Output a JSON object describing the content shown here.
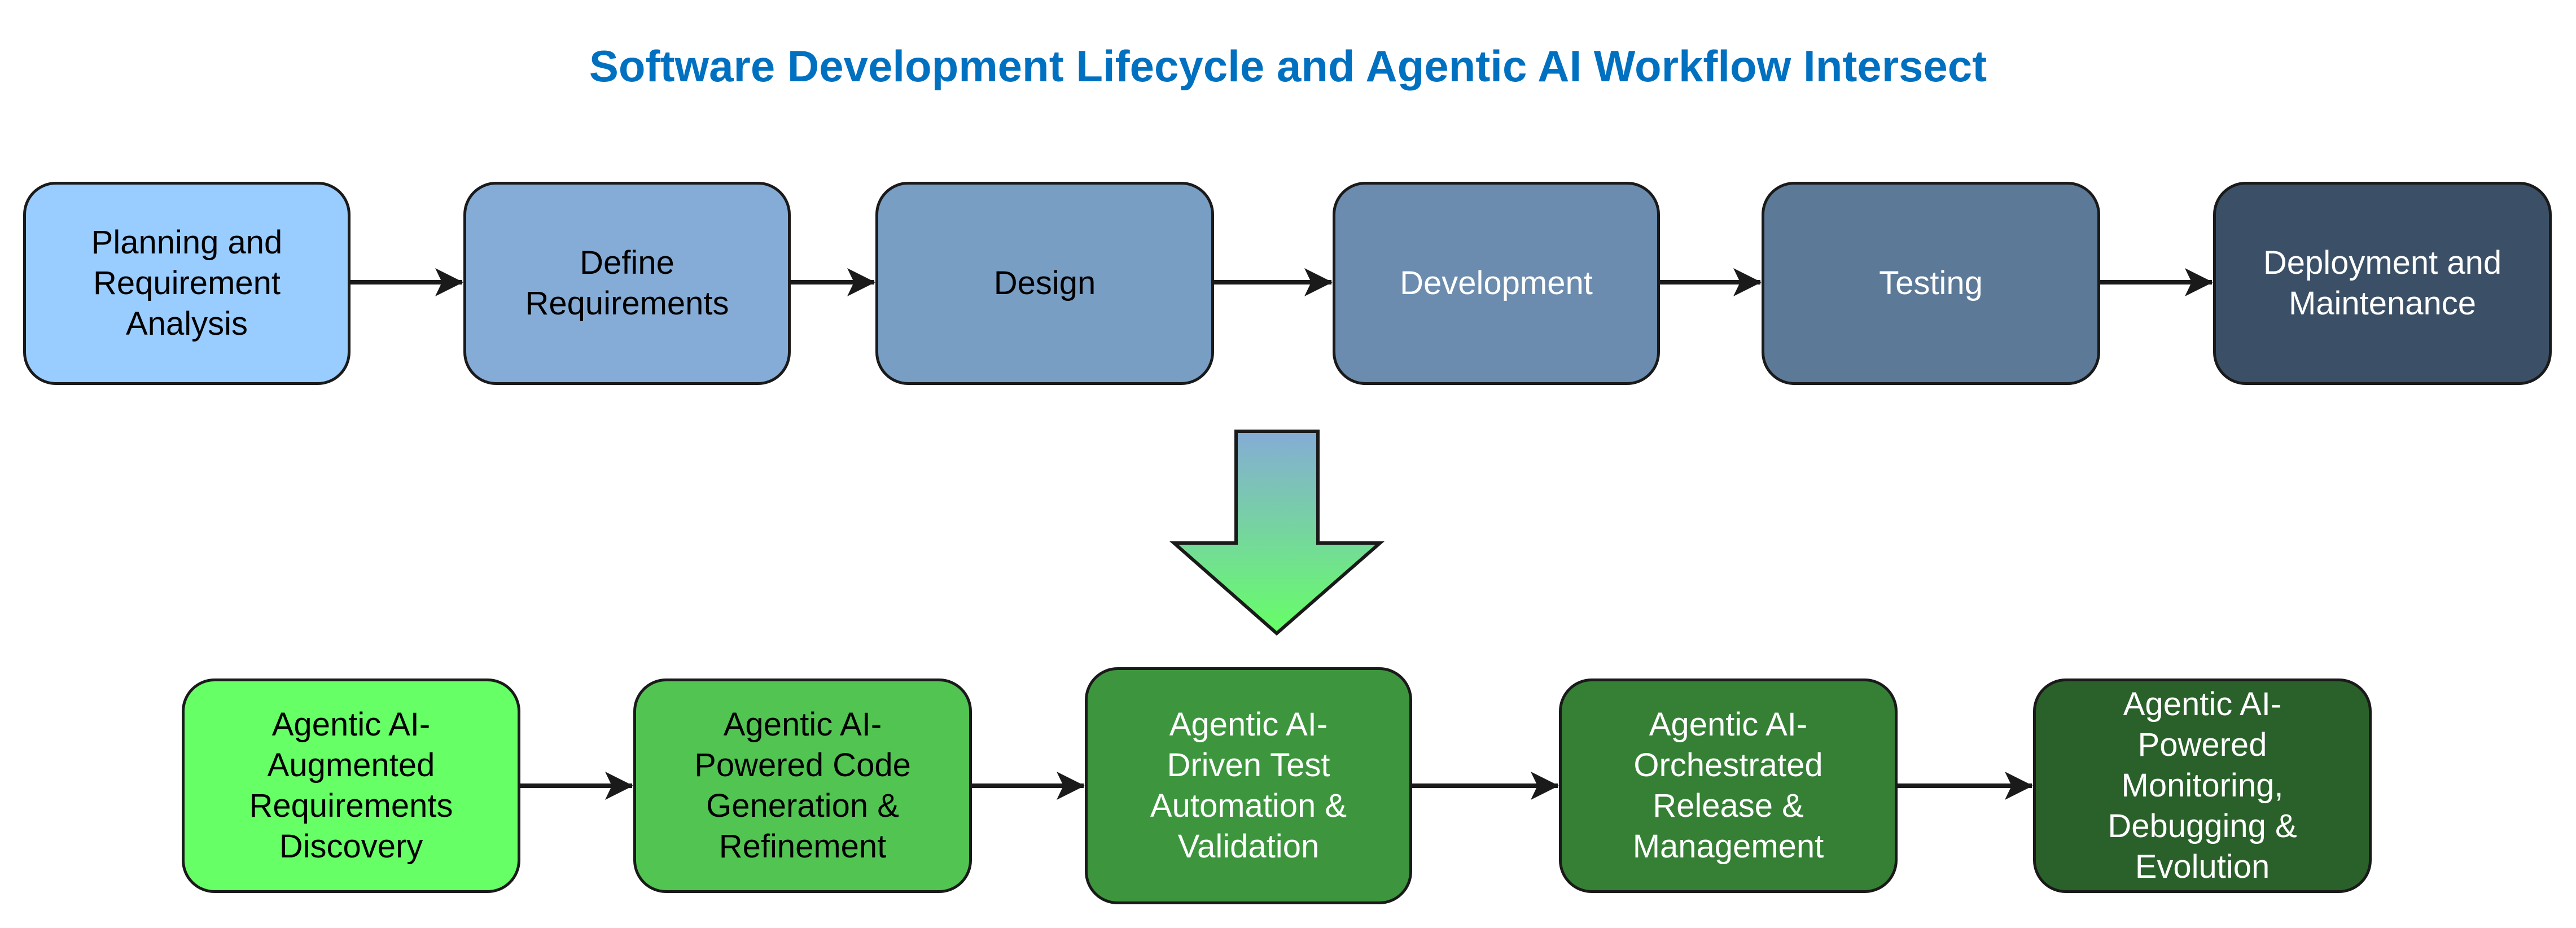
{
  "title": "Software Development Lifecycle and Agentic AI Workflow Intersect",
  "colors": {
    "title": "#0070c0",
    "border": "#1a1a1a",
    "arrow_gradient_top": "#85acd6",
    "arrow_gradient_bottom": "#66ff66"
  },
  "sdlc_stages": [
    {
      "label_lines": [
        "Planning and",
        "Requirement",
        "Analysis"
      ],
      "fill": "#99ccff",
      "text_color": "#000000"
    },
    {
      "label_lines": [
        "Define",
        "Requirements"
      ],
      "fill": "#85acd6",
      "text_color": "#000000"
    },
    {
      "label_lines": [
        "Design"
      ],
      "fill": "#789ec4",
      "text_color": "#000000"
    },
    {
      "label_lines": [
        "Development"
      ],
      "fill": "#6b8cae",
      "text_color": "#ffffff"
    },
    {
      "label_lines": [
        "Testing"
      ],
      "fill": "#5c7a98",
      "text_color": "#ffffff"
    },
    {
      "label_lines": [
        "Deployment and",
        "Maintenance"
      ],
      "fill": "#3b5066",
      "text_color": "#ffffff"
    }
  ],
  "agentic_stages": [
    {
      "label_lines": [
        "Agentic AI-",
        "Augmented",
        "Requirements",
        "Discovery"
      ],
      "fill": "#66ff66",
      "text_color": "#000000"
    },
    {
      "label_lines": [
        "Agentic AI-",
        "Powered Code",
        "Generation &",
        "Refinement"
      ],
      "fill": "#52c452",
      "text_color": "#000000"
    },
    {
      "label_lines": [
        "Agentic AI-",
        "Driven Test",
        "Automation &",
        "Validation"
      ],
      "fill": "#3d963d",
      "text_color": "#ffffff"
    },
    {
      "label_lines": [
        "Agentic AI-",
        "Orchestrated",
        "Release &",
        "Management"
      ],
      "fill": "#358035",
      "text_color": "#ffffff"
    },
    {
      "label_lines": [
        "Agentic AI-",
        "Powered",
        "Monitoring,",
        "Debugging &",
        "Evolution"
      ],
      "fill": "#2a612a",
      "text_color": "#ffffff"
    }
  ]
}
